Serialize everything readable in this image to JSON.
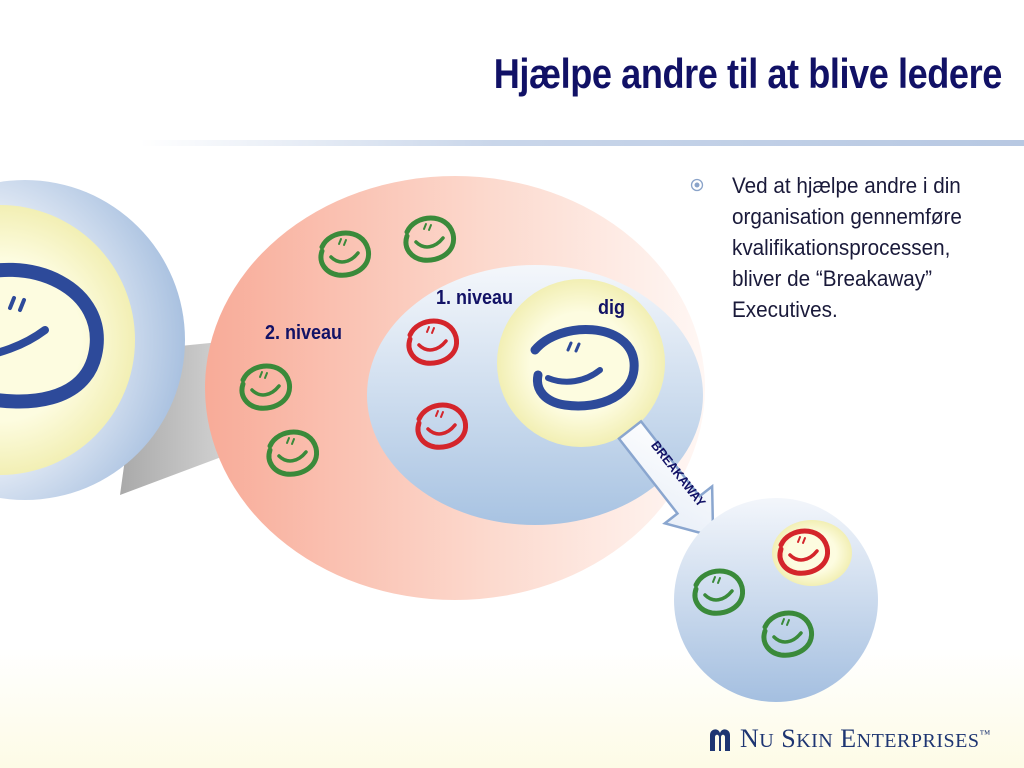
{
  "slide": {
    "title": "Hjælpe andre til at blive ledere",
    "bullet_text": "Ved at hjælpe andre i din organisation gennemføre kvalifikationsprocessen, bliver de “Breakaway” Executives."
  },
  "diagram": {
    "level2_label": "2. niveau",
    "level1_label": "1. niveau",
    "you_label": "dig",
    "arrow_label": "BREAKAWAY"
  },
  "logo": {
    "word1_initial": "N",
    "word1_rest": "U",
    "word2_initial": "S",
    "word2_rest": "KIN",
    "word3_initial": "E",
    "word3_rest": "NTERPRISES",
    "mark": "™"
  },
  "colors": {
    "title": "#111166",
    "blue_face": "#2d4a9a",
    "red_face": "#d4252b",
    "green_face": "#3a8a3a",
    "level2_fill": "#f7b3a3",
    "level1_fill": "#b9cde6",
    "center_fill": "#fbfad0",
    "logo": "#1e3572"
  },
  "icons": [
    "bullet-icon",
    "smiley-face-icon",
    "arrow-icon",
    "nu-skin-logo-icon"
  ]
}
